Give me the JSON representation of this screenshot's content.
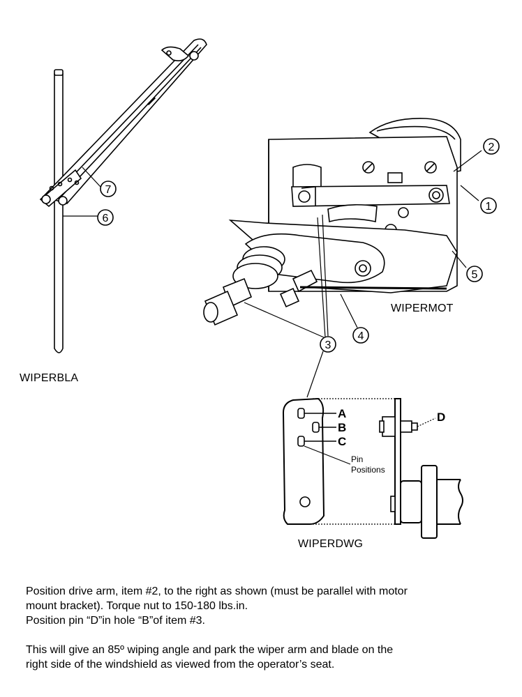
{
  "labels": {
    "blade": "WIPERBLA",
    "motor": "WIPERMOT",
    "drawing": "WIPERDWG"
  },
  "callouts": [
    "1",
    "2",
    "3",
    "4",
    "5",
    "6",
    "7"
  ],
  "detail": {
    "holes": [
      "A",
      "B",
      "C"
    ],
    "pin": "D",
    "pin_note_line1": "Pin",
    "pin_note_line2": "Positions"
  },
  "notes": {
    "line1": "Position drive arm, item #2, to the right as shown (must be parallel with motor",
    "line2": "mount bracket). Torque nut to 150-180 lbs.in.",
    "line3": "Position pin “D”in hole “B”of item #3.",
    "line4": "This will give an 85º wiping angle and park the wiper arm and blade on the",
    "line5": "right side of the windshield as viewed from the operator’s seat."
  }
}
